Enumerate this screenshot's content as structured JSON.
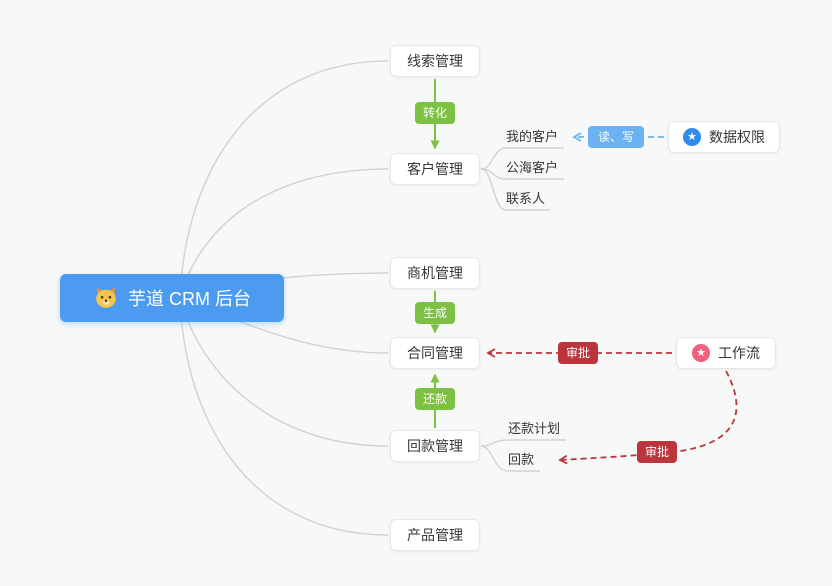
{
  "colors": {
    "bg": "#f7f8f8",
    "root_blue": "#4d9bf1",
    "green": "#7dc142",
    "blue_badge": "#6cb2f2",
    "red": "#bc353c",
    "star_blue": "#2f8bef",
    "star_pink": "#f0607a",
    "line": "#d2d2d2",
    "node_text": "#363636"
  },
  "ui": {
    "star": "★"
  },
  "root": {
    "label": "芋道 CRM 后台",
    "icon": "dog-icon"
  },
  "nodes": {
    "leads": {
      "label": "线索管理"
    },
    "customers": {
      "label": "客户管理"
    },
    "opportunity": {
      "label": "商机管理"
    },
    "contract": {
      "label": "合同管理"
    },
    "receivable": {
      "label": "回款管理"
    },
    "product": {
      "label": "产品管理"
    },
    "data_permission": {
      "label": "数据权限",
      "icon": "star-icon"
    },
    "workflow": {
      "label": "工作流",
      "icon": "star-icon"
    }
  },
  "subnodes": {
    "my_customers": {
      "label": "我的客户"
    },
    "public_customers": {
      "label": "公海客户"
    },
    "contacts": {
      "label": "联系人"
    },
    "repayment_plan": {
      "label": "还款计划"
    },
    "repayment": {
      "label": "回款"
    }
  },
  "edge_labels": {
    "convert": {
      "label": "转化"
    },
    "generate": {
      "label": "生成"
    },
    "repay": {
      "label": "还款"
    },
    "read_write": {
      "label": "读、写"
    },
    "approve_contract": {
      "label": "审批"
    },
    "approve_repayment": {
      "label": "审批"
    }
  }
}
